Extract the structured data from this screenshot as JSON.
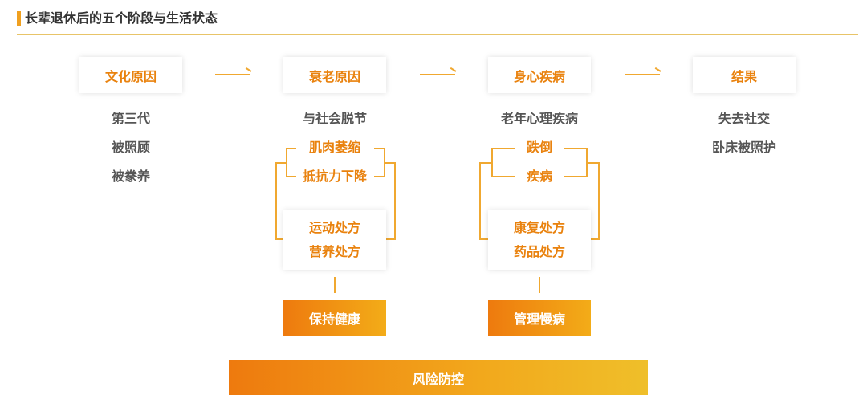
{
  "title": "长辈退休后的五个阶段与生活状态",
  "stages": [
    {
      "label": "文化原因",
      "items": [
        "第三代",
        "被照顾",
        "被豢养"
      ]
    },
    {
      "label": "衰老原因",
      "items": [
        "与社会脱节"
      ],
      "brackets": [
        "肌肉萎缩",
        "抵抗力下降"
      ],
      "prescriptions": [
        "运动处方",
        "营养处方"
      ],
      "outcome": "保持健康"
    },
    {
      "label": "身心疾病",
      "items": [
        "老年心理疾病"
      ],
      "brackets": [
        "跌倒",
        "疾病"
      ],
      "prescriptions": [
        "康复处方",
        "药品处方"
      ],
      "outcome": "管理慢病"
    },
    {
      "label": "结果",
      "items": [
        "失去社交",
        "卧床被照护"
      ]
    }
  ],
  "footer": "风险防控",
  "colors": {
    "accent": "#e9820e",
    "line": "#f0a830",
    "text": "#555555",
    "title": "#333333"
  }
}
